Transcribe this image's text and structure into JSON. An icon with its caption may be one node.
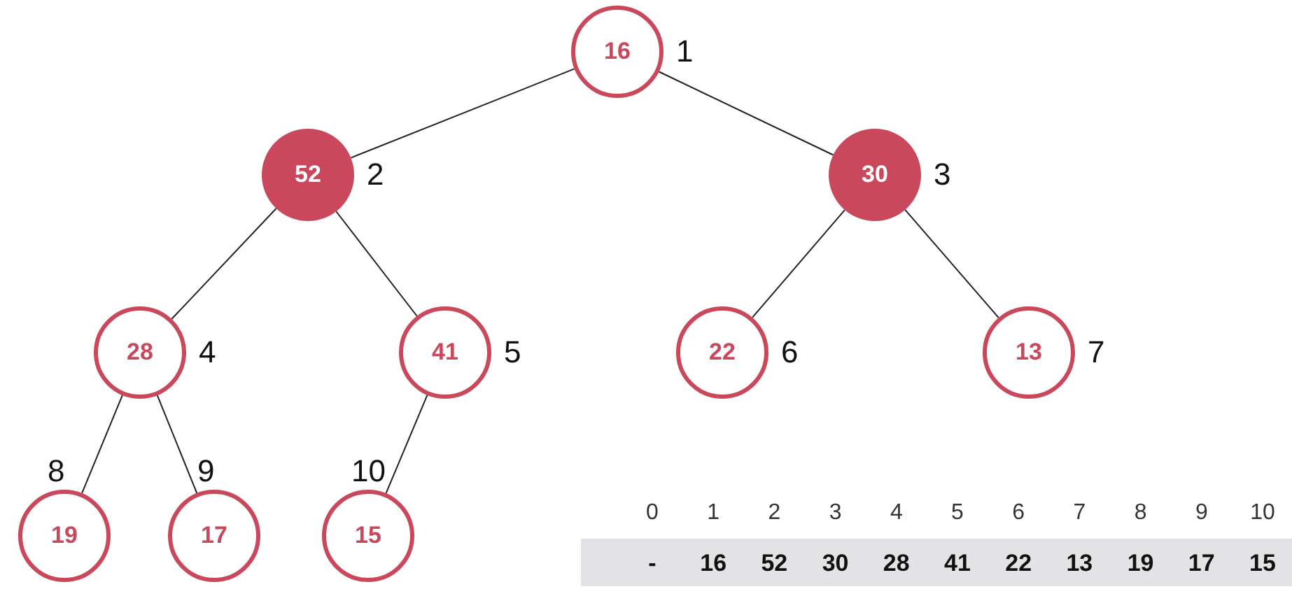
{
  "diagram": {
    "nodes": [
      {
        "text": [
          "16"
        ],
        "beside": [
          "1"
        ]
      },
      {
        "text": [
          "52"
        ],
        "beside": [
          "2"
        ]
      },
      {
        "text": [
          "30"
        ],
        "beside": [
          "3"
        ]
      },
      {
        "text": [
          "28"
        ],
        "beside": [
          "4"
        ]
      },
      {
        "text": [
          "41"
        ],
        "beside": [
          "5"
        ]
      },
      {
        "text": [
          "22"
        ],
        "beside": [
          "6"
        ]
      },
      {
        "text": [
          "13"
        ],
        "beside": [
          "7"
        ]
      },
      {
        "text": [
          "19"
        ],
        "beside": [
          "8"
        ]
      },
      {
        "text": [
          "17"
        ],
        "beside": [
          "9"
        ]
      },
      {
        "text": [
          "15"
        ],
        "beside": [
          "10"
        ]
      }
    ],
    "edges": [
      {
        "from": 0,
        "to": 1,
        "arrow": "none"
      },
      {
        "from": 0,
        "to": 2,
        "arrow": "none"
      },
      {
        "from": 1,
        "to": 3,
        "arrow": "none"
      },
      {
        "from": 1,
        "to": 4,
        "arrow": "none"
      },
      {
        "from": 2,
        "to": 5,
        "arrow": "none"
      },
      {
        "from": 2,
        "to": 6,
        "arrow": "none"
      },
      {
        "from": 3,
        "to": 7,
        "arrow": "none"
      },
      {
        "from": 3,
        "to": 8,
        "arrow": "none"
      },
      {
        "from": 4,
        "to": 9,
        "arrow": "none"
      }
    ],
    "labels": [
      "0",
      "1",
      "2",
      "3",
      "4",
      "5",
      "6",
      "7",
      "8",
      "9",
      "10",
      "-",
      "16",
      "52",
      "30",
      "28",
      "41",
      "22",
      "13",
      "19",
      "17",
      "15"
    ]
  }
}
